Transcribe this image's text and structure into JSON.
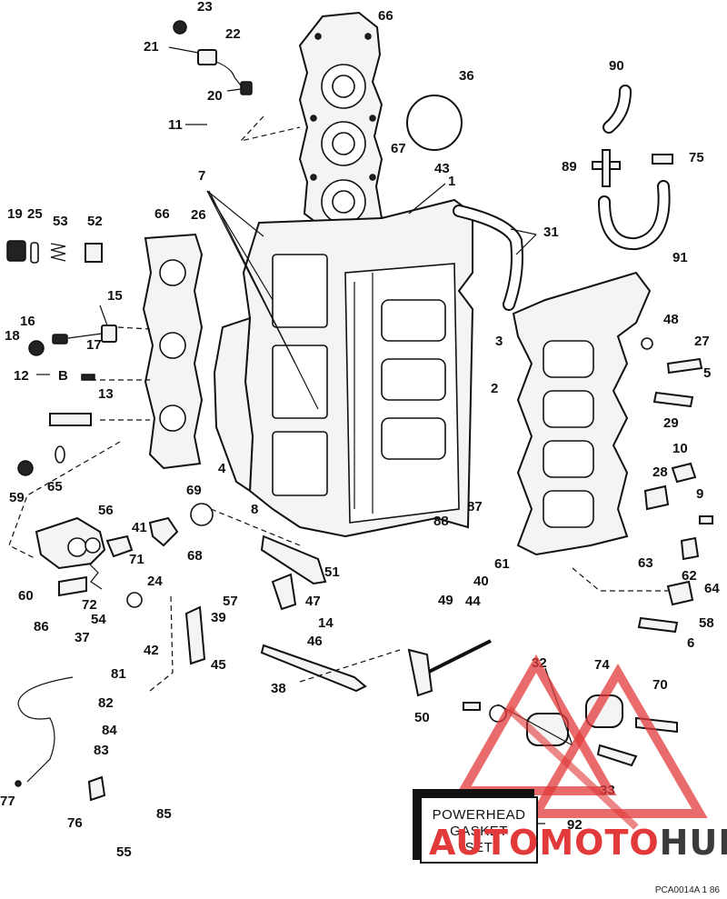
{
  "diagram": {
    "callouts": [
      "1",
      "2",
      "3",
      "4",
      "5",
      "6",
      "7",
      "8",
      "9",
      "10",
      "11",
      "12",
      "13",
      "14",
      "15",
      "16",
      "17",
      "18",
      "19",
      "20",
      "21",
      "22",
      "23",
      "24",
      "25",
      "26",
      "27",
      "28",
      "29",
      "31",
      "32",
      "33",
      "36",
      "37",
      "38",
      "39",
      "40",
      "41",
      "42",
      "43",
      "44",
      "45",
      "46",
      "47",
      "48",
      "49",
      "50",
      "51",
      "52",
      "53",
      "54",
      "55",
      "56",
      "57",
      "58",
      "59",
      "60",
      "61",
      "62",
      "63",
      "64",
      "65",
      "66",
      "67",
      "68",
      "69",
      "70",
      "71",
      "72",
      "74",
      "75",
      "76",
      "77",
      "81",
      "82",
      "83",
      "84",
      "85",
      "86",
      "87",
      "88",
      "89",
      "90",
      "91",
      "92"
    ],
    "label_b": "B"
  },
  "kit": {
    "line1": "POWERHEAD",
    "line2": "GASKET",
    "line3": "SET",
    "number": "92"
  },
  "watermark": {
    "part1": "AUTO",
    "part2": "MOTO",
    "part3": "HUB"
  },
  "colors": {
    "watermark_red": "#e23a3a",
    "watermark_gray": "#3b3b3b",
    "ink": "#111111"
  },
  "drawing_code": "PCA0014A   1 86"
}
